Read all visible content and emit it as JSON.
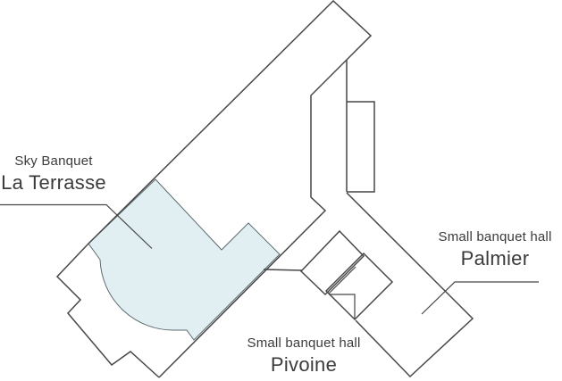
{
  "map": {
    "halls": {
      "terrasse": {
        "category": "Sky Banquet",
        "name": "La Terrasse",
        "highlighted": true
      },
      "palmier": {
        "category": "Small banquet hall",
        "name": "Palmier",
        "highlighted": false
      },
      "pivoine": {
        "category": "Small banquet hall",
        "name": "Pivoine",
        "highlighted": false
      }
    },
    "colors": {
      "highlight_fill": "#e2eff2",
      "highlight_stroke": "#5d6b70",
      "wall": "#474747",
      "leader": "#474747",
      "text": "#3b3b3b"
    }
  }
}
